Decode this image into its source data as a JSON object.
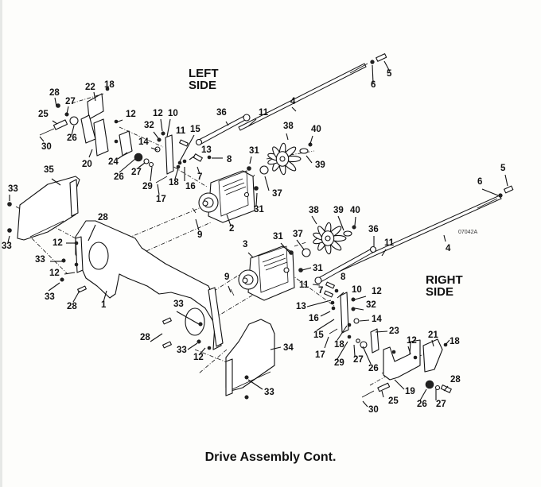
{
  "caption": "Drive Assembly Cont.",
  "side_labels": {
    "left": [
      "LEFT",
      "SIDE"
    ],
    "right": [
      "RIGHT",
      "SIDE"
    ]
  },
  "figure_code": "07042A",
  "callouts": {
    "left_side": [
      "28",
      "22",
      "18",
      "27",
      "25",
      "26",
      "30",
      "12",
      "20",
      "24",
      "26",
      "27",
      "29",
      "12",
      "10",
      "32",
      "11",
      "15",
      "14",
      "13",
      "8",
      "7",
      "18",
      "16",
      "17",
      "36",
      "11",
      "4",
      "6",
      "5",
      "31",
      "38",
      "40",
      "39",
      "37",
      "31",
      "2",
      "9",
      "35",
      "33",
      "33"
    ],
    "frame": [
      "28",
      "12",
      "33",
      "12",
      "33",
      "28",
      "1",
      "33",
      "28",
      "33",
      "12",
      "34",
      "33"
    ],
    "right_side": [
      "38",
      "39",
      "40",
      "37",
      "31",
      "36",
      "11",
      "4",
      "6",
      "5",
      "3",
      "9",
      "31",
      "11",
      "8",
      "7",
      "10",
      "12",
      "13",
      "32",
      "16",
      "14",
      "15",
      "18",
      "17",
      "29",
      "27",
      "26",
      "23",
      "12",
      "21",
      "18",
      "19",
      "25",
      "30",
      "26",
      "27",
      "28"
    ]
  }
}
